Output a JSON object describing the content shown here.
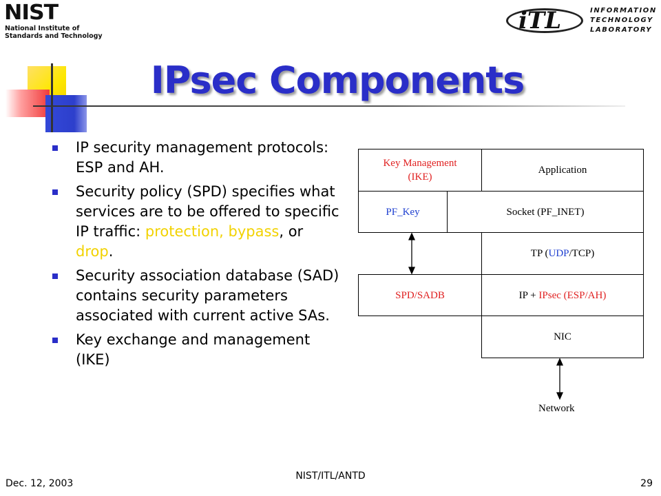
{
  "header": {
    "nist_wordmark": "NIST",
    "nist_line1": "National Institute of",
    "nist_line2": "Standards and Technology",
    "itl_mark": "iTL",
    "itl_line1": "INFORMATION",
    "itl_line2": "TECHNOLOGY",
    "itl_line3": "LABORATORY"
  },
  "slide": {
    "title": "IPsec Components",
    "bullets": [
      {
        "segments": [
          "IP security management protocols: ESP and AH."
        ]
      },
      {
        "segments": [
          "Security policy (SPD) specifies what services are to be offered to specific IP traffic: ",
          "protection,",
          " ",
          "bypass",
          ", or ",
          "drop",
          "."
        ]
      },
      {
        "segments": [
          "Security association database (SAD) contains security parameters associated with current active SAs."
        ]
      },
      {
        "segments": [
          "Key exchange and management (IKE)"
        ]
      }
    ]
  },
  "diagram": {
    "key_management": [
      "Key Management",
      "(IKE)"
    ],
    "application": "Application",
    "pf_key": "PF_Key",
    "socket": "Socket (PF_INET)",
    "tp_prefix": "TP (",
    "tp_udp": "UDP",
    "tp_suffix": "/TCP)",
    "spd_sadb": "SPD/SADB",
    "ip_prefix": "IP + ",
    "ip_ipsec": "IPsec (ESP/AH)",
    "nic": "NIC",
    "network": "Network"
  },
  "footer": {
    "date": "Dec. 12, 2003",
    "center": "NIST/ITL/ANTD",
    "page": "29"
  },
  "colors": {
    "title": "#2a2ec8",
    "highlight": "#f2d200",
    "diagram_red": "#e02020",
    "diagram_blue": "#1e3fd0"
  }
}
